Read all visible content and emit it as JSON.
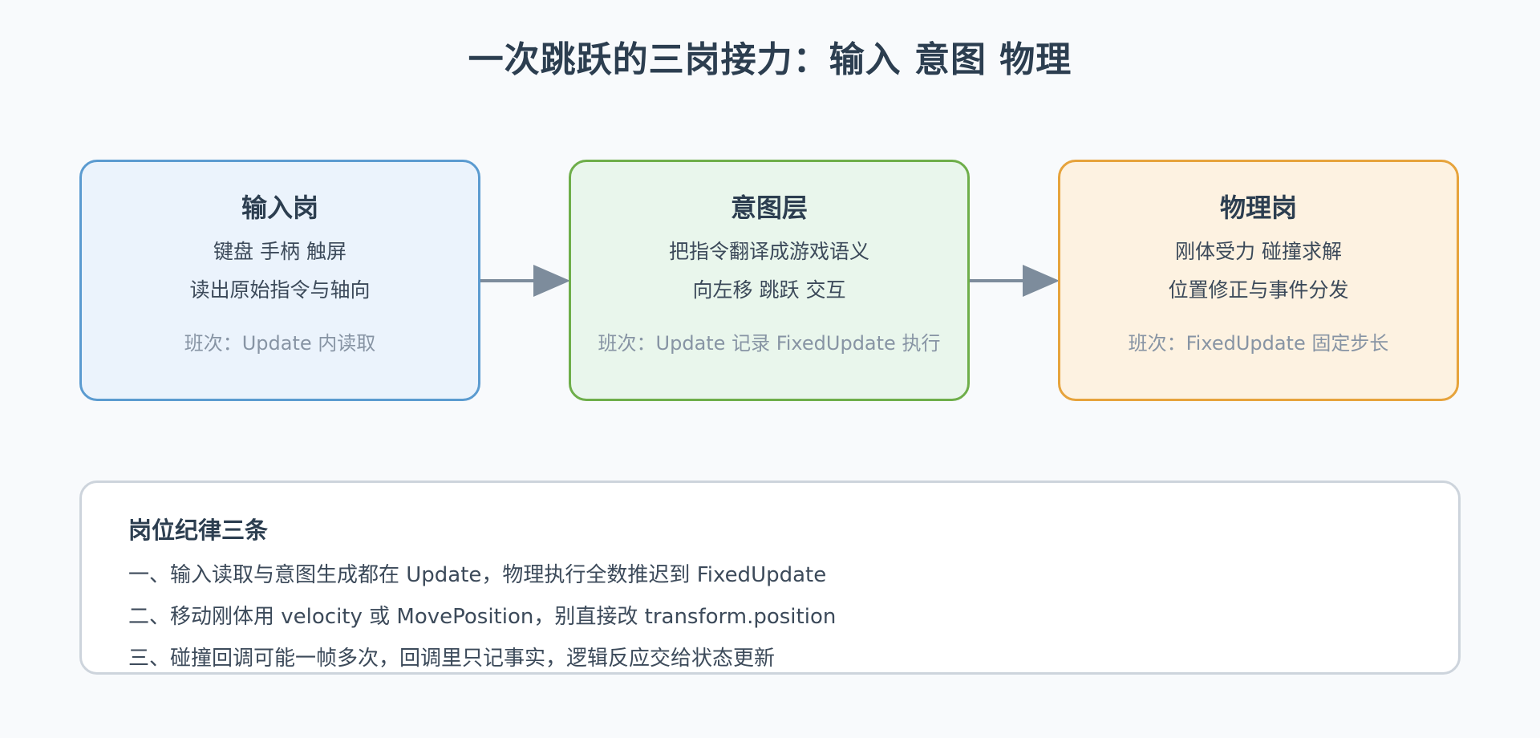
{
  "title": "一次跳跃的三岗接力：输入 意图 物理",
  "stations": [
    {
      "title": "输入岗",
      "lines": [
        "键盘 手柄 触屏",
        "读出原始指令与轴向"
      ],
      "shift": "班次：Update 内读取",
      "border_color": "#5b9bd0",
      "fill_color": "#ebf3fc"
    },
    {
      "title": "意图层",
      "lines": [
        "把指令翻译成游戏语义",
        "向左移 跳跃 交互"
      ],
      "shift": "班次：Update 记录 FixedUpdate 执行",
      "border_color": "#6eae4a",
      "fill_color": "#e9f6ec"
    },
    {
      "title": "物理岗",
      "lines": [
        "刚体受力 碰撞求解",
        "位置修正与事件分发"
      ],
      "shift": "班次：FixedUpdate 固定步长",
      "border_color": "#e6a33c",
      "fill_color": "#fdf2e1"
    }
  ],
  "arrow_color": "#7d8c9c",
  "rules": {
    "title": "岗位纪律三条",
    "items": [
      "一、输入读取与意图生成都在 Update，物理执行全数推迟到 FixedUpdate",
      "二、移动刚体用 velocity 或 MovePosition，别直接改 transform.position",
      "三、碰撞回调可能一帧多次，回调里只记事实，逻辑反应交给状态更新"
    ]
  }
}
